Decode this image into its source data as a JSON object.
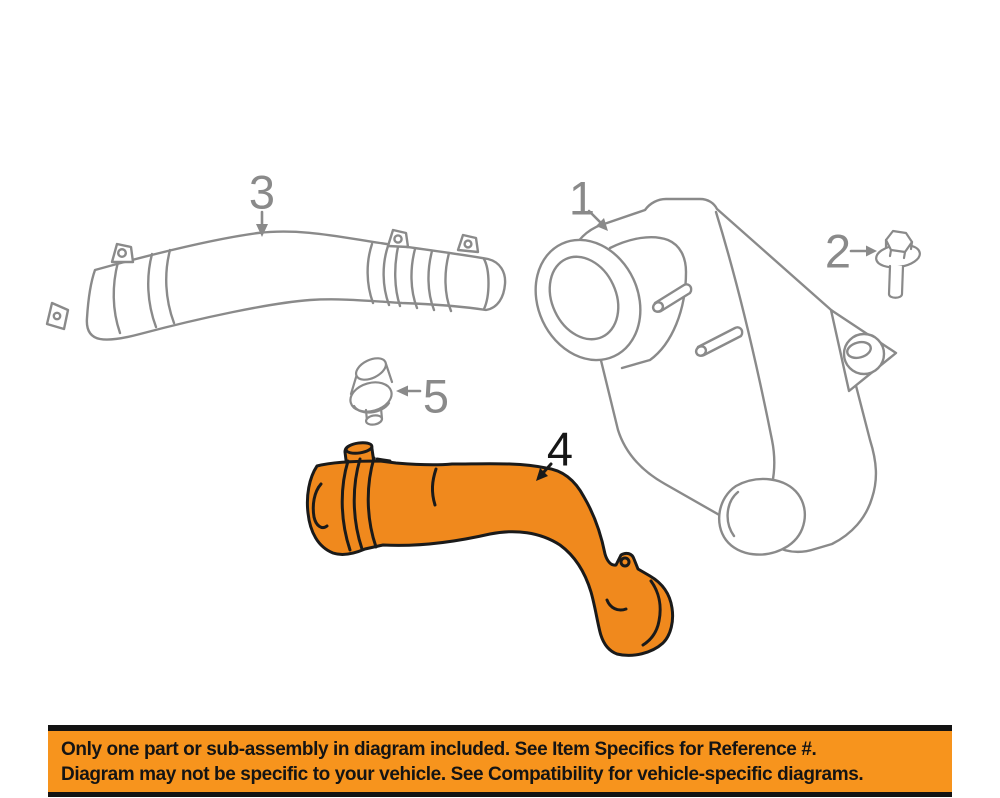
{
  "diagram": {
    "labels": [
      {
        "text": "1"
      },
      {
        "text": "2"
      },
      {
        "text": "3"
      },
      {
        "text": "4"
      },
      {
        "text": "5"
      }
    ]
  },
  "banner": {
    "line1": "Only one part or sub-assembly in diagram included. See Item Specifics for Reference #.",
    "line2": "Diagram may not be specific to your vehicle. See Compatibility for vehicle-specific diagrams."
  },
  "colors": {
    "highlight_orange": "#f0891d",
    "banner_orange": "#f7941d",
    "line_gray": "#8a8a8a",
    "outline_black": "#1a1a1a",
    "banner_text": "#141414"
  }
}
